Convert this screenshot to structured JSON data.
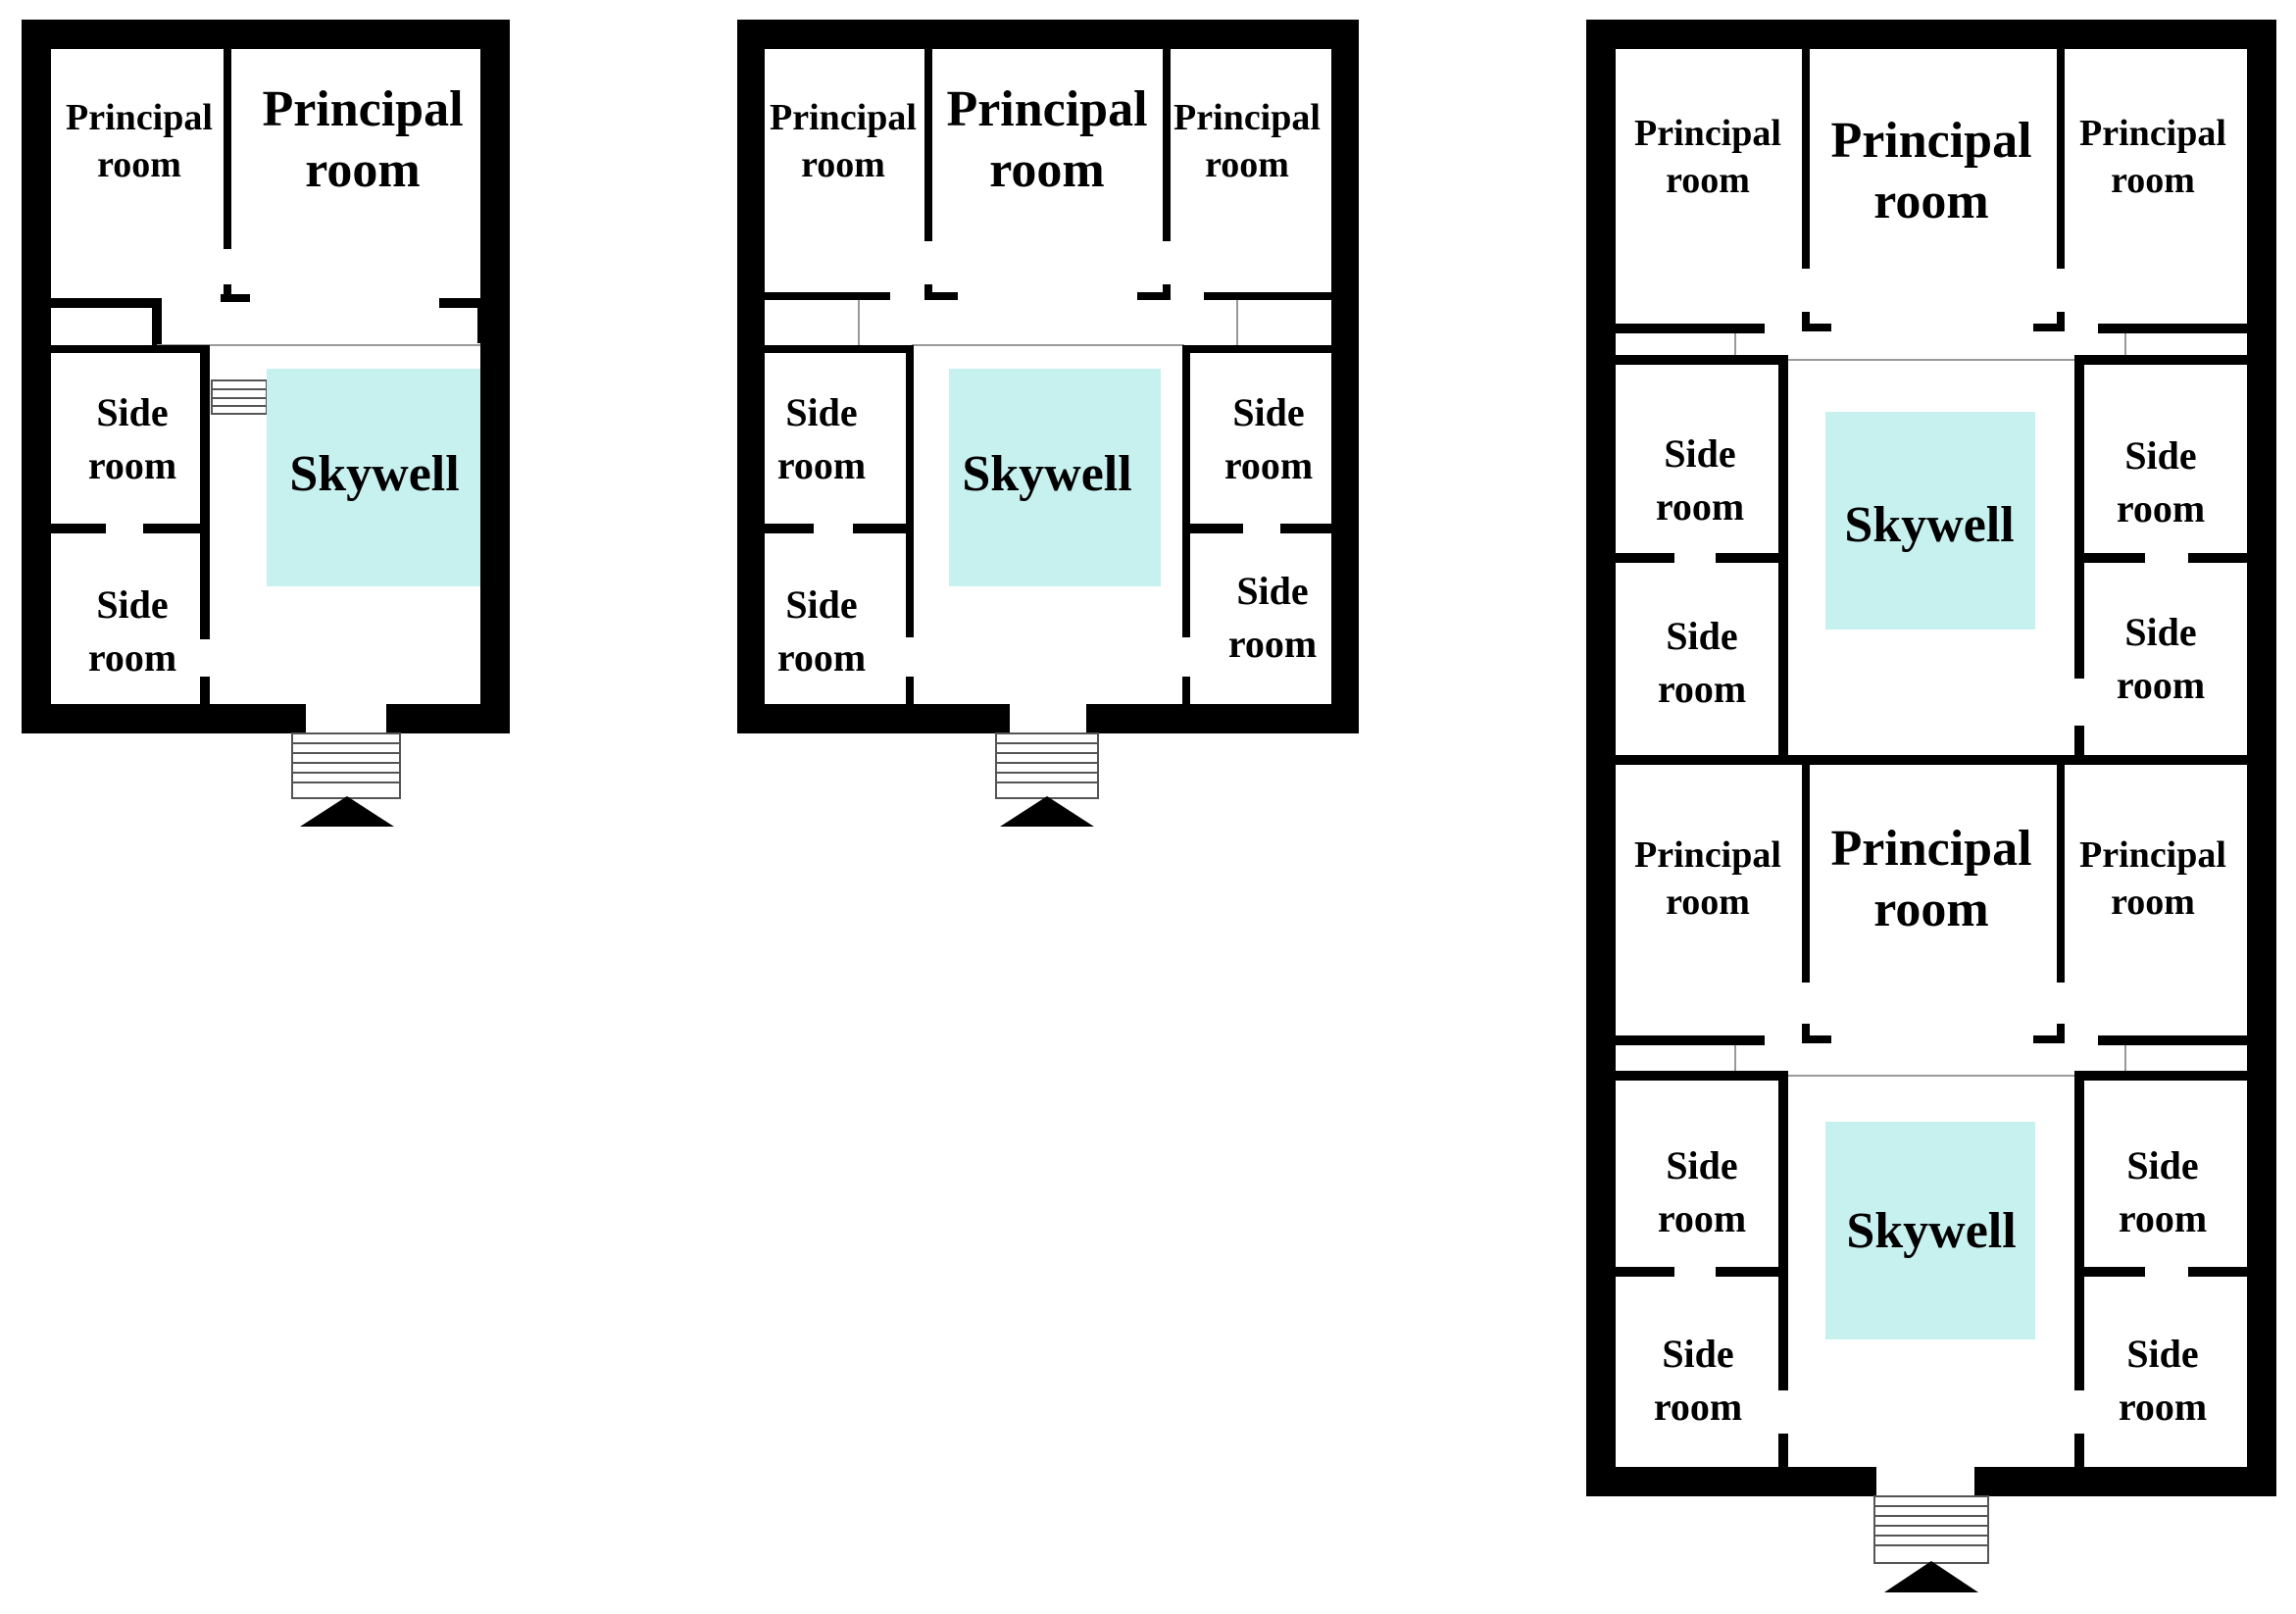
{
  "diagram": {
    "labels": {
      "principal_line1": "Principal",
      "principal_line2": "room",
      "side_line1": "Side",
      "side_line2": "room",
      "skywell": "Skywell"
    },
    "colors": {
      "wall": "#000000",
      "skywell": "#c7f1ef",
      "background": "#ffffff"
    },
    "plans": [
      {
        "rooms": [
          "Principal room",
          "Principal room",
          "Side room",
          "Side room",
          "Skywell"
        ]
      },
      {
        "rooms": [
          "Principal room",
          "Principal room",
          "Principal room",
          "Side room",
          "Side room",
          "Skywell",
          "Side room",
          "Side room"
        ]
      },
      {
        "rooms": [
          "Principal room",
          "Principal room",
          "Principal room",
          "Side room",
          "Side room",
          "Skywell",
          "Side room",
          "Side room",
          "Principal room",
          "Principal room",
          "Principal room",
          "Side room",
          "Side room",
          "Skywell",
          "Side room",
          "Side room"
        ]
      }
    ]
  }
}
